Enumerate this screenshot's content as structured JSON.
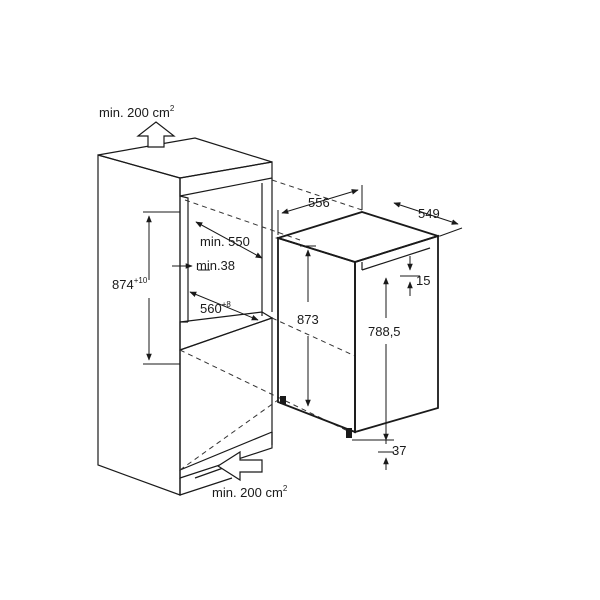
{
  "labels": {
    "vent_top": "min. 200 cm",
    "vent_top_sup": "2",
    "vent_bottom": "min. 200 cm",
    "vent_bottom_sup": "2",
    "niche_height": "874",
    "niche_height_sup": "+10",
    "niche_depth": "min. 550",
    "gap": "min.38",
    "niche_width": "560",
    "niche_width_sup": "+8",
    "appliance_width": "556",
    "appliance_depth": "549",
    "appliance_height": "873",
    "door_height": "788,5",
    "door_top_offset": "15",
    "door_bottom_offset": "37"
  },
  "colors": {
    "line": "#1a1a1a",
    "arrow_fill": "#ffffff"
  }
}
